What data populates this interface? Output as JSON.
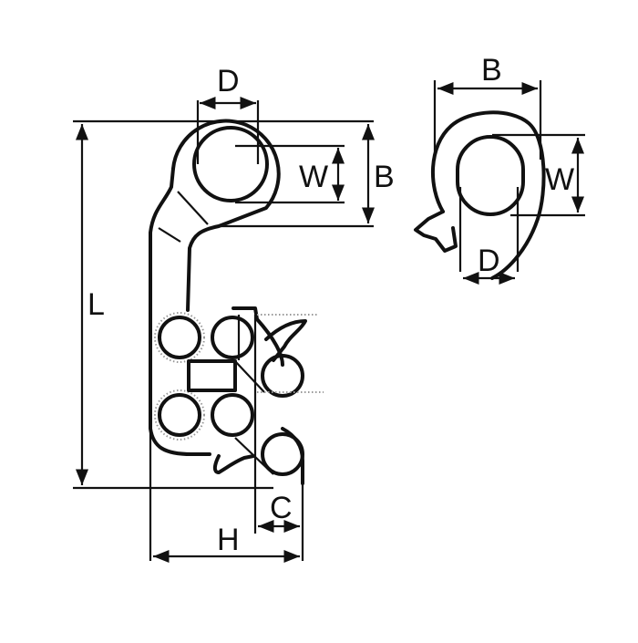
{
  "labels": {
    "side_D": "D",
    "side_W": "W",
    "side_B": "B",
    "side_L": "L",
    "side_C": "C",
    "side_H": "H",
    "end_B": "B",
    "end_W": "W",
    "end_D": "D"
  },
  "colors": {
    "line": "#111111",
    "background": "#ffffff"
  }
}
